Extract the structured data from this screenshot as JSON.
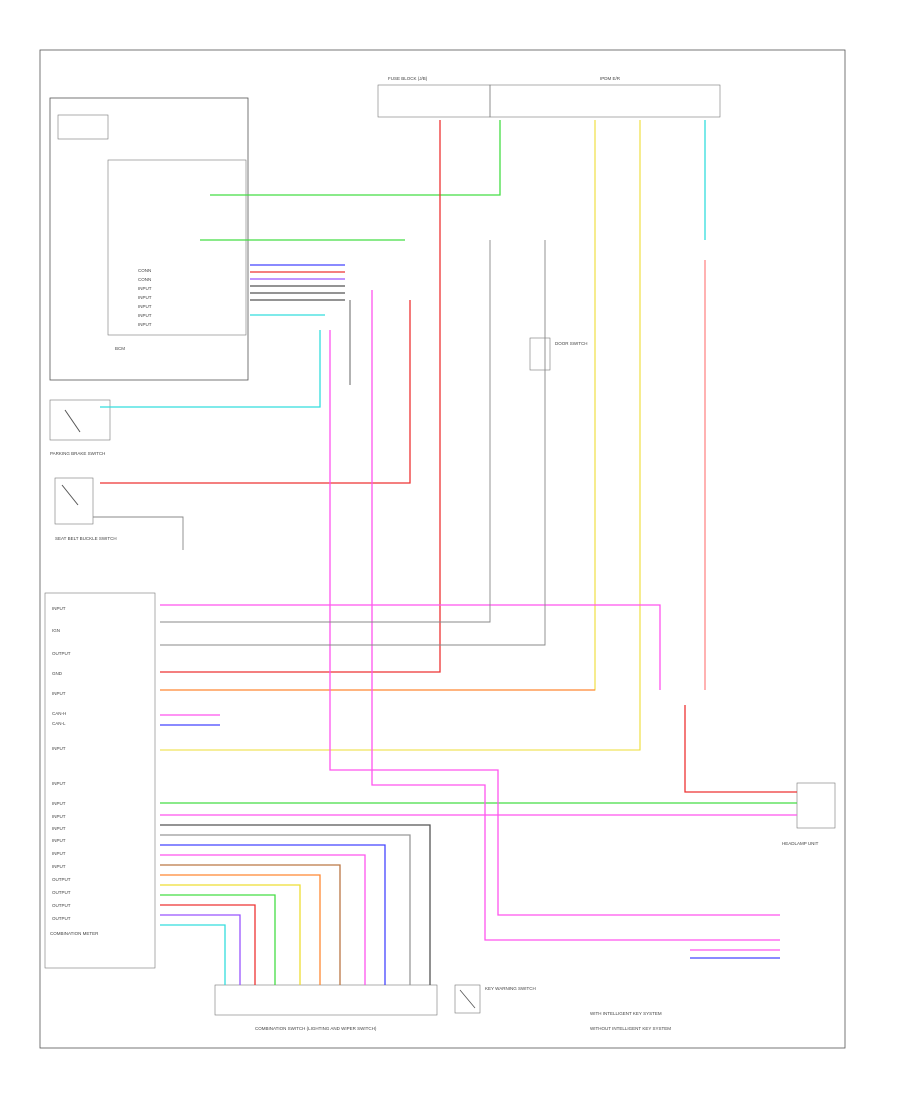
{
  "diagram": {
    "units": {
      "body_control_module": {
        "label": "BCM"
      },
      "combination_meter": {
        "label": "COMBINATION METER"
      },
      "seat_belt_buckle_switch": {
        "label": "SEAT BELT BUCKLE SWITCH"
      },
      "parking_brake_switch": {
        "label": "PARKING BRAKE SWITCH"
      },
      "ipdm": {
        "label": "IPDM E/R"
      },
      "combination_switch": {
        "label": "COMBINATION SWITCH (LIGHTING AND WIPER SWITCH)"
      },
      "headlamp_unit": {
        "label": "HEADLAMP UNIT"
      },
      "door_switch": {
        "label": "DOOR SWITCH"
      },
      "key_warning_switch": {
        "label": "KEY WARNING SWITCH"
      }
    },
    "notes": [
      "WITH INTELLIGENT KEY SYSTEM",
      "WITHOUT INTELLIGENT KEY SYSTEM"
    ],
    "wire_colors": {
      "green": "#44dd44",
      "red": "#ee3333",
      "pink": "#ff55ee",
      "yellow": "#eedd33",
      "cyan": "#33dddd",
      "orange": "#ff8833",
      "blue": "#4444ff",
      "gray": "#888888",
      "black": "#333333",
      "purple": "#9955ff",
      "brown": "#bb7744"
    }
  }
}
